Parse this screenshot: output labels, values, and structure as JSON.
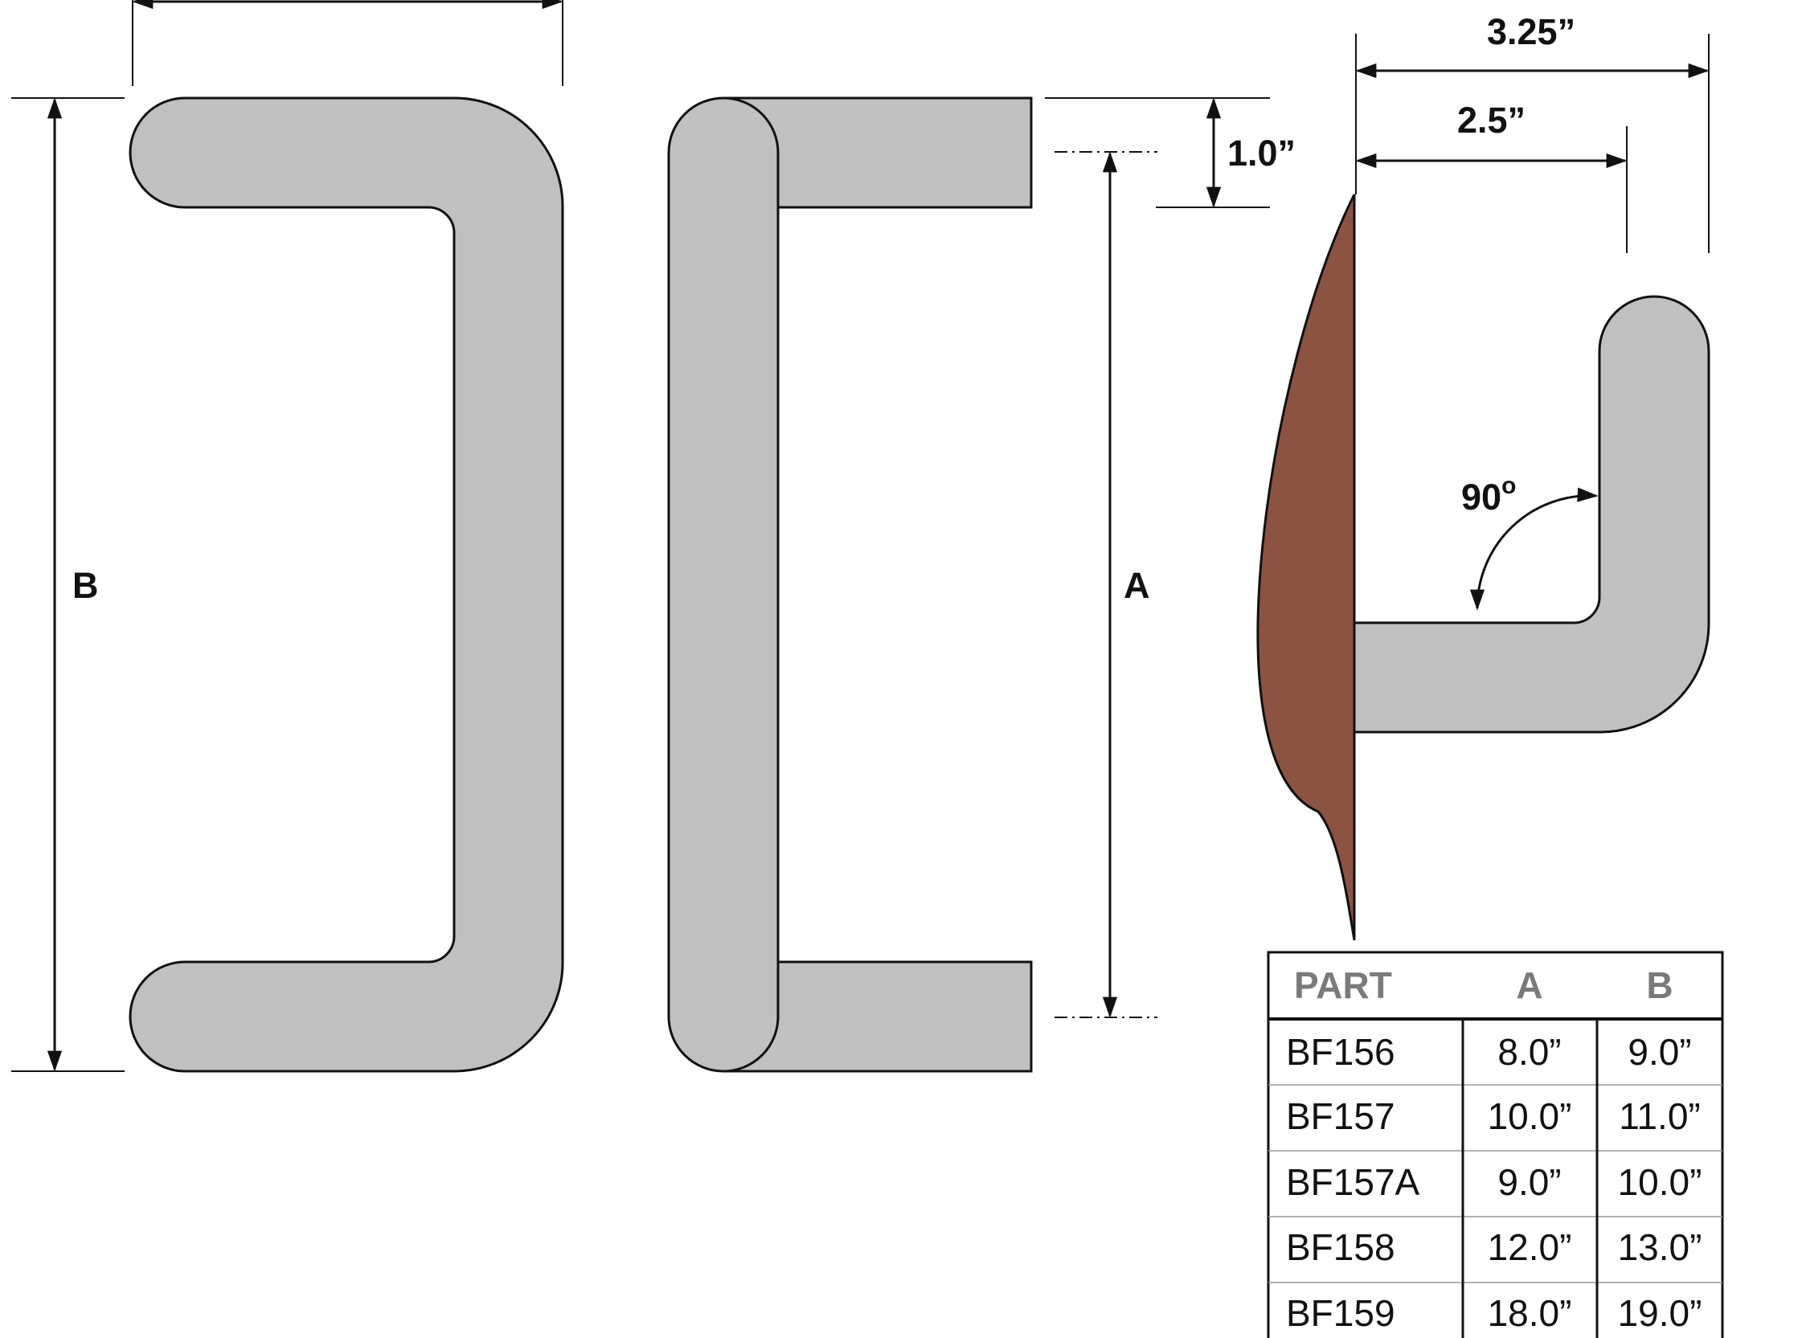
{
  "dimensions": {
    "overall_width_label": "3.25”",
    "projection_label": "2.5”",
    "tube_diameter_label": "1.0”",
    "angle_label": "90",
    "angle_degree_symbol": "o",
    "center_to_center_label": "A",
    "overall_length_label": "B"
  },
  "colors": {
    "tube_fill": "#c0c0c0",
    "door_fill": "#8b5343",
    "outline": "#111111",
    "table_header_text": "#7a7a7a"
  },
  "table": {
    "headers": [
      "PART",
      "A",
      "B"
    ],
    "rows": [
      [
        "BF156",
        "8.0”",
        "9.0”"
      ],
      [
        "BF157",
        "10.0”",
        "11.0”"
      ],
      [
        "BF157A",
        "9.0”",
        "10.0”"
      ],
      [
        "BF158",
        "12.0”",
        "13.0”"
      ],
      [
        "BF159",
        "18.0”",
        "19.0”"
      ]
    ]
  }
}
